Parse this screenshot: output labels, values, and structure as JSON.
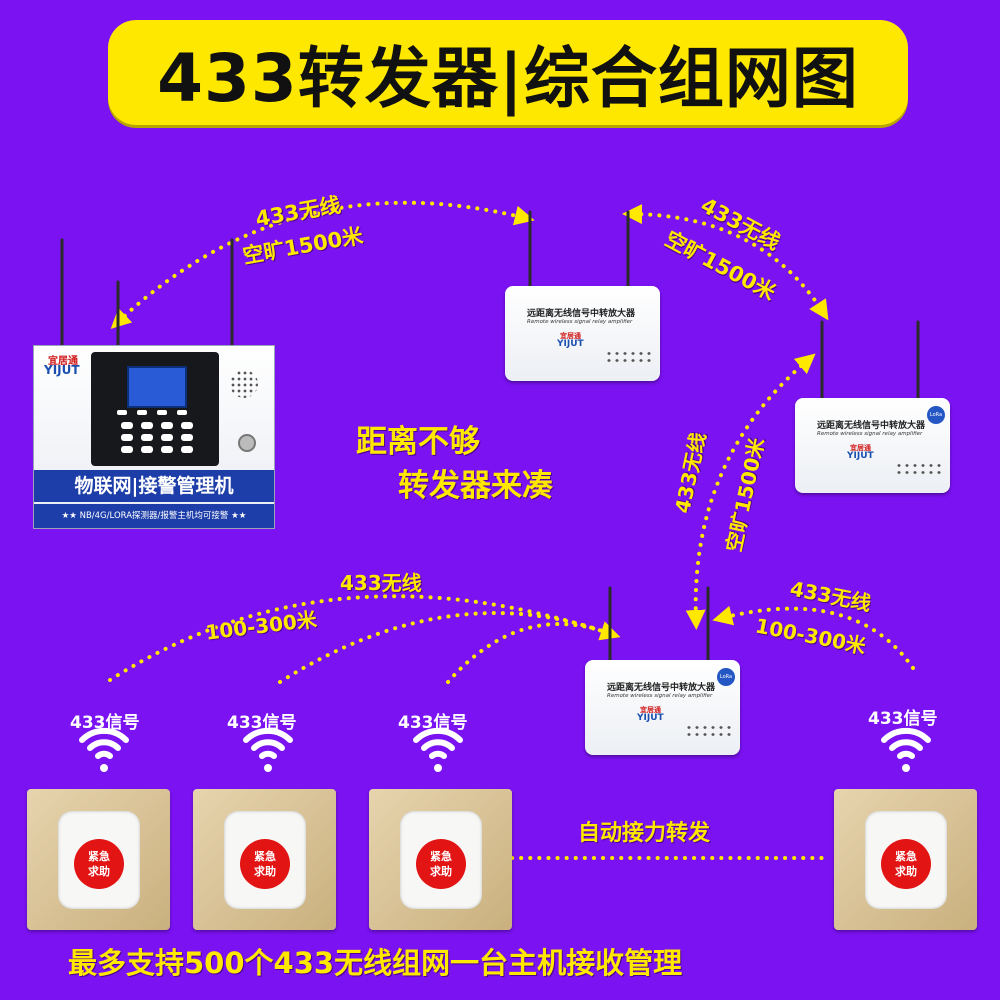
{
  "banner": {
    "title": "433转发器|综合组网图"
  },
  "labels": {
    "link_top_left": {
      "line1": "433无线",
      "line2": "空旷1500米"
    },
    "link_top_right": {
      "line1": "433无线",
      "line2": "空旷1500米"
    },
    "link_vertical": {
      "line1": "433无线",
      "line2": "空旷1500米"
    },
    "link_bottom_left": {
      "line1": "433无线",
      "line2": "100-300米"
    },
    "link_bottom_right": {
      "line1": "433无线",
      "line2": "100-300米"
    },
    "center_note": {
      "line1": "距离不够",
      "line2": "转发器来凑"
    },
    "relay_note": "自动接力转发",
    "footer": "最多支持500个433无线组网一台主机接收管理"
  },
  "host": {
    "brand_cn": "宜居通",
    "brand_en": "YIJUT",
    "title": "物联网|接警管理机",
    "subtitle": "★★ NB/4G/LORA探测器/报警主机均可接警 ★★"
  },
  "relays": [
    {
      "title": "远距离无线信号中转放大器",
      "subtitle": "Remote wireless signal relay amplifier",
      "brand_cn": "宜居通",
      "brand_en": "YIJUT",
      "badge": ""
    },
    {
      "title": "远距离无线信号中转放大器",
      "subtitle": "Remote wireless signal relay amplifier",
      "brand_cn": "宜居通",
      "brand_en": "YIJUT",
      "badge": "LoRa"
    },
    {
      "title": "远距离无线信号中转放大器",
      "subtitle": "Remote wireless signal relay amplifier",
      "brand_cn": "宜居通",
      "brand_en": "YIJUT",
      "badge": "LoRa"
    }
  ],
  "buttons": [
    {
      "signal_label": "433信号",
      "line1": "紧急",
      "line2": "求助"
    },
    {
      "signal_label": "433信号",
      "line1": "紧急",
      "line2": "求助"
    },
    {
      "signal_label": "433信号",
      "line1": "紧急",
      "line2": "求助"
    },
    {
      "signal_label": "433信号",
      "line1": "紧急",
      "line2": "求助"
    }
  ],
  "colors": {
    "background": "#7a12f2",
    "accent": "#ffe800",
    "alarm_red": "#e21414",
    "brand_blue": "#1d3ea8"
  }
}
